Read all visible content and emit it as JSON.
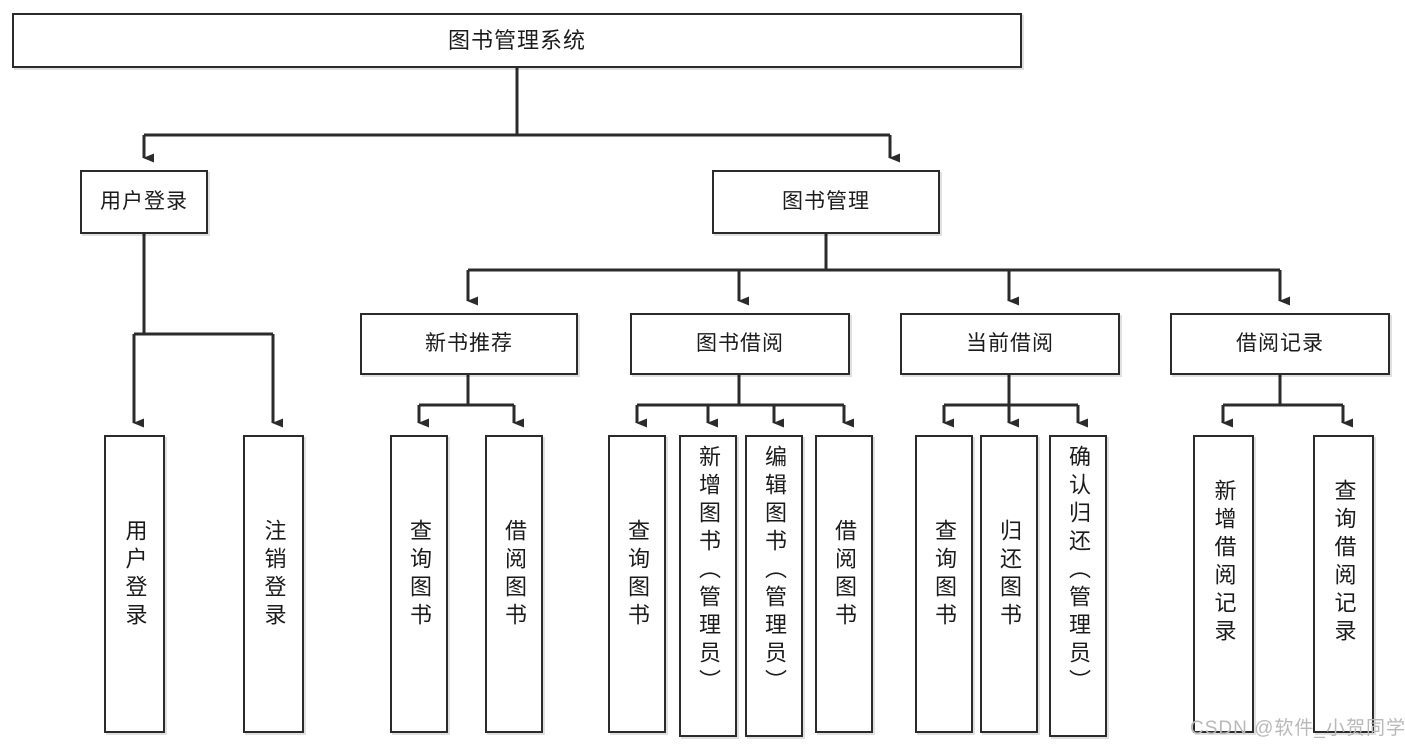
{
  "diagram": {
    "type": "tree-hierarchy-chart",
    "title": "图书管理系统",
    "watermark": "CSDN @软件_小贺同学",
    "colors": {
      "stroke": "#2b2b2b",
      "fill": "#ffffff",
      "text": "#1b1b1b",
      "watermark": "#b9b9b9"
    },
    "nodes": {
      "root": {
        "label": "图书管理系统",
        "level": 1,
        "orientation": "horizontal"
      },
      "user_login": {
        "label": "用户登录",
        "level": 2,
        "orientation": "horizontal"
      },
      "book_manage": {
        "label": "图书管理",
        "level": 2,
        "orientation": "horizontal"
      },
      "new_book_rec": {
        "label": "新书推荐",
        "level": 3,
        "orientation": "horizontal"
      },
      "book_borrow": {
        "label": "图书借阅",
        "level": 3,
        "orientation": "horizontal"
      },
      "current_borrow": {
        "label": "当前借阅",
        "level": 3,
        "orientation": "horizontal"
      },
      "borrow_record": {
        "label": "借阅记录",
        "level": 3,
        "orientation": "horizontal"
      },
      "leaf_user_login": {
        "label": "用户登录",
        "level": 3,
        "orientation": "vertical"
      },
      "leaf_logout": {
        "label": "注销登录",
        "level": 3,
        "orientation": "vertical"
      },
      "leaf_query_book_1": {
        "label": "查询图书",
        "level": 4,
        "orientation": "vertical"
      },
      "leaf_borrow_book_1": {
        "label": "借阅图书",
        "level": 4,
        "orientation": "vertical"
      },
      "leaf_query_book_2": {
        "label": "查询图书",
        "level": 4,
        "orientation": "vertical"
      },
      "leaf_add_book": {
        "label": "新增图书（管理员）",
        "level": 4,
        "orientation": "vertical"
      },
      "leaf_edit_book": {
        "label": "编辑图书（管理员）",
        "level": 4,
        "orientation": "vertical"
      },
      "leaf_borrow_book_2": {
        "label": "借阅图书",
        "level": 4,
        "orientation": "vertical"
      },
      "leaf_query_book_3": {
        "label": "查询图书",
        "level": 4,
        "orientation": "vertical"
      },
      "leaf_return_book": {
        "label": "归还图书",
        "level": 4,
        "orientation": "vertical"
      },
      "leaf_confirm_return": {
        "label": "确认归还（管理员）",
        "level": 4,
        "orientation": "vertical"
      },
      "leaf_add_record": {
        "label": "新增借阅记录",
        "level": 4,
        "orientation": "vertical"
      },
      "leaf_query_record": {
        "label": "查询借阅记录",
        "level": 4,
        "orientation": "vertical"
      }
    },
    "edges": [
      {
        "from": "root",
        "to": "user_login"
      },
      {
        "from": "root",
        "to": "book_manage"
      },
      {
        "from": "user_login",
        "to": "leaf_user_login"
      },
      {
        "from": "user_login",
        "to": "leaf_logout"
      },
      {
        "from": "book_manage",
        "to": "new_book_rec"
      },
      {
        "from": "book_manage",
        "to": "book_borrow"
      },
      {
        "from": "book_manage",
        "to": "current_borrow"
      },
      {
        "from": "book_manage",
        "to": "borrow_record"
      },
      {
        "from": "new_book_rec",
        "to": "leaf_query_book_1"
      },
      {
        "from": "new_book_rec",
        "to": "leaf_borrow_book_1"
      },
      {
        "from": "book_borrow",
        "to": "leaf_query_book_2"
      },
      {
        "from": "book_borrow",
        "to": "leaf_add_book"
      },
      {
        "from": "book_borrow",
        "to": "leaf_edit_book"
      },
      {
        "from": "book_borrow",
        "to": "leaf_borrow_book_2"
      },
      {
        "from": "current_borrow",
        "to": "leaf_query_book_3"
      },
      {
        "from": "current_borrow",
        "to": "leaf_return_book"
      },
      {
        "from": "current_borrow",
        "to": "leaf_confirm_return"
      },
      {
        "from": "borrow_record",
        "to": "leaf_add_record"
      },
      {
        "from": "borrow_record",
        "to": "leaf_query_record"
      }
    ]
  }
}
